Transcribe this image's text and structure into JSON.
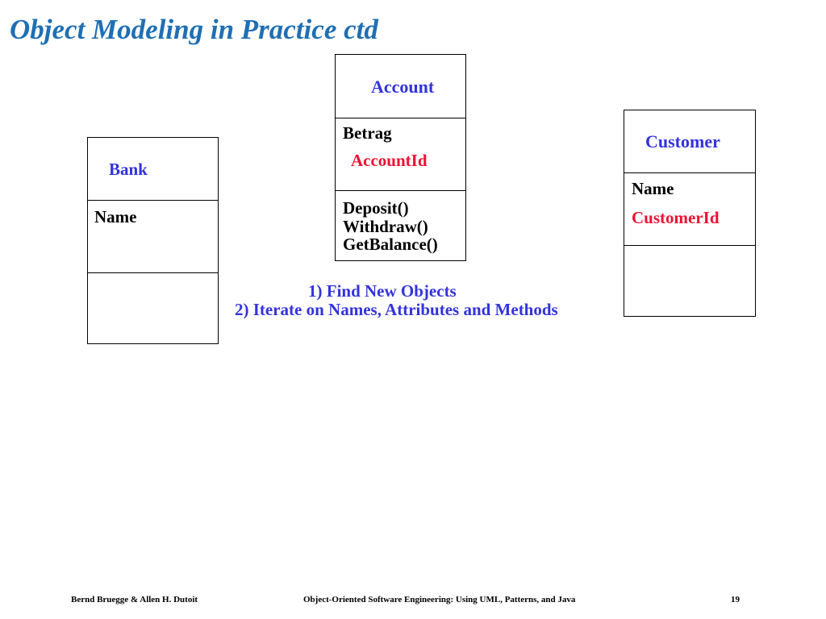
{
  "slide": {
    "title": "Object Modeling in Practice ctd",
    "steps": [
      "1) Find New Objects",
      "2) Iterate on Names, Attributes and Methods"
    ]
  },
  "classes": {
    "bank": {
      "name": "Bank",
      "attributes": [
        "Name"
      ],
      "methods": []
    },
    "account": {
      "name": "Account",
      "attributes": [
        "Betrag",
        "AccountId"
      ],
      "methods": [
        "Deposit()",
        "Withdraw()",
        "GetBalance()"
      ]
    },
    "customer": {
      "name": "Customer",
      "attributes": [
        "Name",
        "CustomerId"
      ],
      "methods": []
    }
  },
  "footer": {
    "authors": "Bernd Bruegge & Allen H. Dutoit",
    "book": "Object-Oriented Software Engineering: Using UML, Patterns, and Java",
    "page": "19"
  },
  "colors": {
    "title": "#1f6fb4",
    "class_name": "#3333dd",
    "highlight": "#ee1133",
    "text": "#000000",
    "steps": "#3333dd"
  }
}
